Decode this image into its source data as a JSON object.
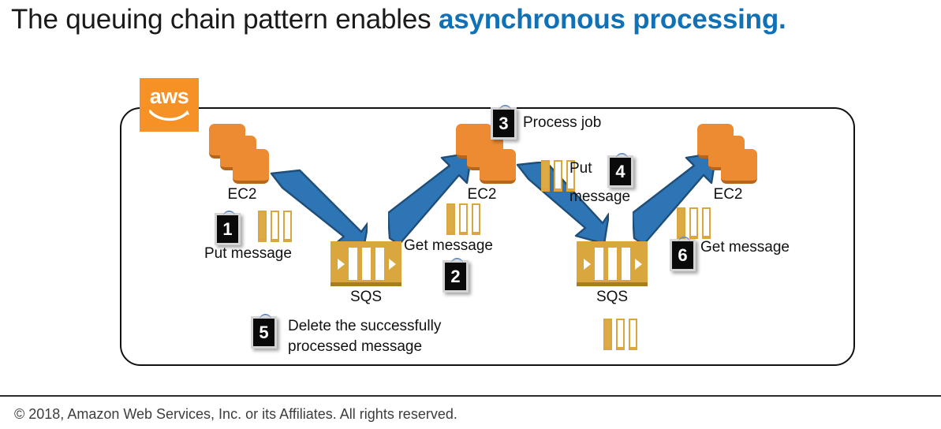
{
  "title": {
    "lead": "The queuing chain pattern enables ",
    "accent": "asynchronous processing.",
    "accent_color": "#1271b5"
  },
  "logo": {
    "name": "aws",
    "bg_color": "#f59125"
  },
  "diagram": {
    "nodes": [
      {
        "id": "ec2-left",
        "type": "ec2",
        "label": "EC2"
      },
      {
        "id": "sqs-left",
        "type": "sqs",
        "label": "SQS"
      },
      {
        "id": "ec2-middle",
        "type": "ec2",
        "label": "EC2"
      },
      {
        "id": "sqs-right",
        "type": "sqs",
        "label": "SQS"
      },
      {
        "id": "ec2-right",
        "type": "ec2",
        "label": "EC2"
      }
    ],
    "steps": [
      {
        "number": "1",
        "label": "Put message"
      },
      {
        "number": "2",
        "label": "Get message"
      },
      {
        "number": "3",
        "label": "Process job"
      },
      {
        "number": "4",
        "label": "Put message"
      },
      {
        "number": "5",
        "label": "Delete the successfully processed message"
      },
      {
        "number": "6",
        "label": "Get message"
      }
    ],
    "step_labels": {
      "put_message_1": "Put message",
      "get_message_2": "Get message",
      "process_job_3": "Process job",
      "put_message_4_line1": "Put",
      "put_message_4_line2": "message",
      "delete_5_line1": "Delete the successfully",
      "delete_5_line2": "processed message",
      "get_message_6": "Get message"
    },
    "badges": {
      "one": "1",
      "two": "2",
      "three": "3",
      "four": "4",
      "five": "5",
      "six": "6"
    },
    "colors": {
      "ec2_orange": "#ed8b32",
      "ec2_shadow": "#b5651c",
      "sqs_gold": "#d9a73e",
      "sqs_shadow": "#a87d21",
      "arrow_blue": "#2e75b6",
      "arrow_outline": "#1f4e79",
      "badge_black": "#0a0a0a"
    }
  },
  "footer": {
    "copyright": "© 2018, Amazon Web Services, Inc. or its Affiliates. All rights reserved."
  }
}
